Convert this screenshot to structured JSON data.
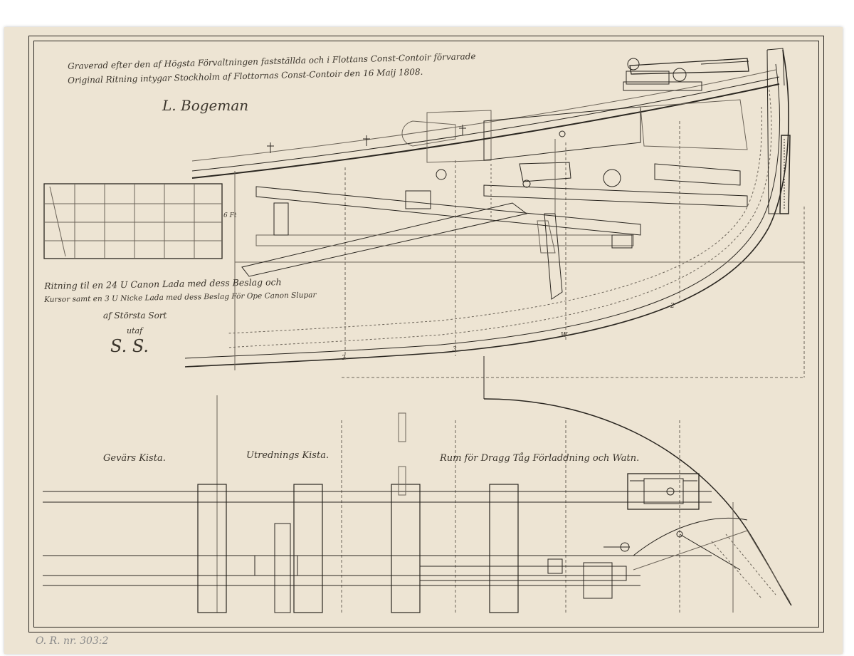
{
  "header": {
    "engraved_line1": "Graverad efter den af Högsta Förvaltningen fastställda och i Flottans Const-Contoir förvarade",
    "engraved_line2": "Original Ritning intygar Stockholm af Flottornas Const-Contoir den 16 Maij 1808.",
    "signature": "L. Bogeman"
  },
  "caption": {
    "line1": "Ritning til en 24 U Canon Lada med dess Beslag och",
    "line2": "Kursor samt en 3 U Nicke Lada med dess Beslag För Ope Canon Slupar",
    "line3": "af Största Sort",
    "utaf": "utaf",
    "initials": "S. S."
  },
  "scale": {
    "label": "6 Ft"
  },
  "hull_marks": {
    "mark_a": "W",
    "mark_b": "3",
    "mark_c": "3",
    "mark_d": "2"
  },
  "plan_labels": {
    "gevars": "Gevärs Kista.",
    "utrednings": "Utrednings Kista.",
    "rum": "Rum för Dragg Tåg Förladdning och Watn."
  },
  "catalog_number": "O. R. nr. 303:2",
  "colors": {
    "paper": "#ede4d3",
    "ink": "#2a2620",
    "faint_ink": "#6b6358",
    "pencil": "#8a8a8a"
  }
}
